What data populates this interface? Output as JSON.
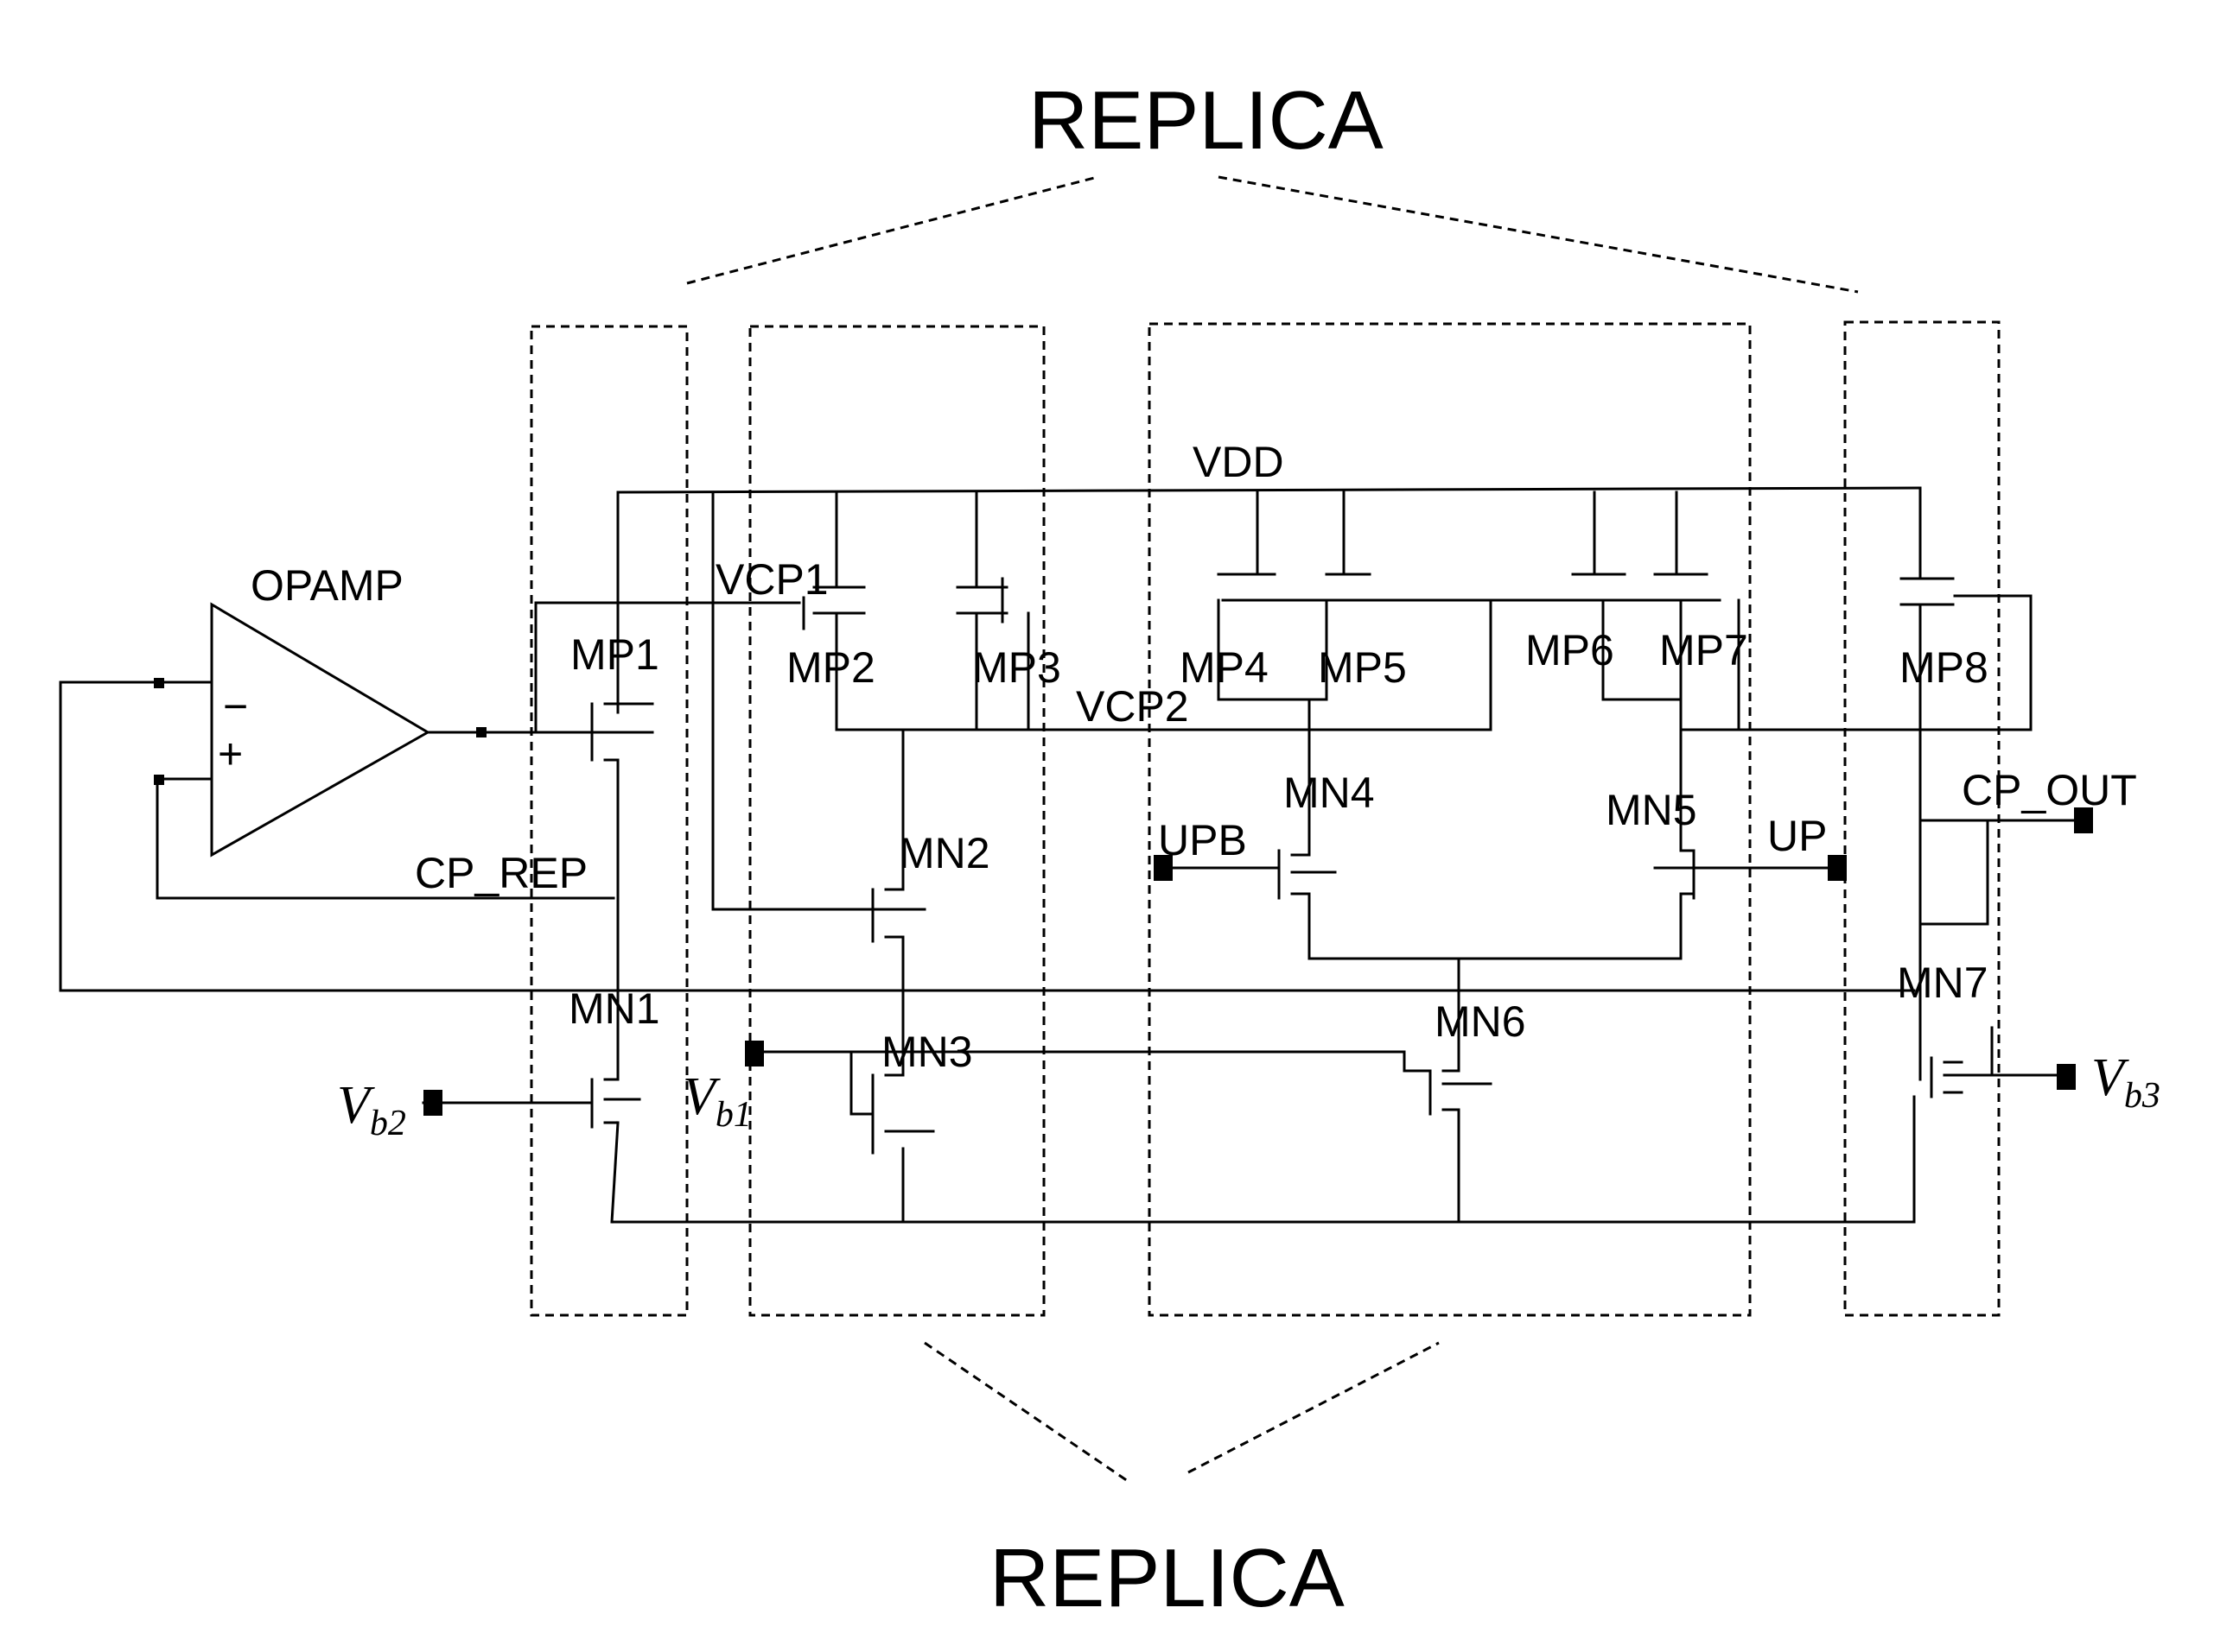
{
  "replica_top": "REPLICA",
  "replica_bottom": "REPLICA",
  "opamp": {
    "label": "OPAMP",
    "minus": "−",
    "plus": "+"
  },
  "nets": {
    "vdd": "VDD",
    "vcp1": "VCP1",
    "vcp2": "VCP2",
    "cp_rep": "CP_REP",
    "cp_out": "CP_OUT",
    "upb": "UPB",
    "up": "UP"
  },
  "bias": {
    "vb1": {
      "base": "V",
      "sub": "b1"
    },
    "vb2": {
      "base": "V",
      "sub": "b2"
    },
    "vb3": {
      "base": "V",
      "sub": "b3"
    }
  },
  "transistors": {
    "mp1": "MP1",
    "mp2": "MP2",
    "mp3": "MP3",
    "mp4": "MP4",
    "mp5": "MP5",
    "mp6": "MP6",
    "mp7": "MP7",
    "mp8": "MP8",
    "mn1": "MN1",
    "mn2": "MN2",
    "mn3": "MN3",
    "mn4": "MN4",
    "mn5": "MN5",
    "mn6": "MN6",
    "mn7": "MN7"
  }
}
